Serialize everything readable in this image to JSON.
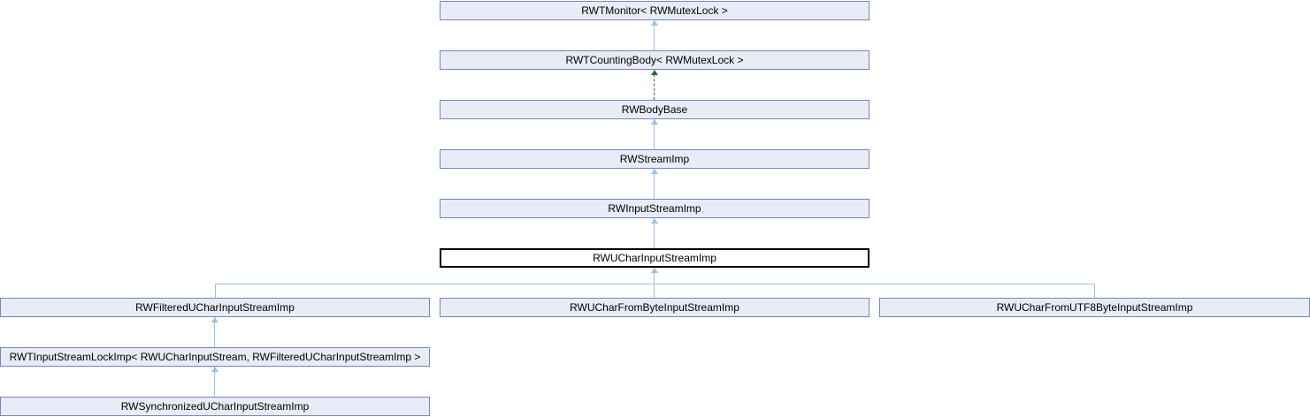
{
  "diagram": {
    "type": "class-inheritance-graph",
    "selected_class": "RWUCharInputStreamImp",
    "nodes": [
      {
        "label": "RWTMonitor< RWMutexLock >",
        "selected": false
      },
      {
        "label": "RWTCountingBody< RWMutexLock >",
        "selected": false
      },
      {
        "label": "RWBodyBase",
        "selected": false
      },
      {
        "label": "RWStreamImp",
        "selected": false
      },
      {
        "label": "RWInputStreamImp",
        "selected": false
      },
      {
        "label": "RWUCharInputStreamImp",
        "selected": true
      },
      {
        "label": "RWFilteredUCharInputStreamImp",
        "selected": false
      },
      {
        "label": "RWUCharFromByteInputStreamImp",
        "selected": false
      },
      {
        "label": "RWUCharFromUTF8ByteInputStreamImp",
        "selected": false
      },
      {
        "label": "RWTInputStreamLockImp< RWUCharInputStream, RWFilteredUCharInputStreamImp >",
        "selected": false
      },
      {
        "label": "RWSynchronizedUCharInputStreamImp",
        "selected": false
      }
    ],
    "edges": [
      {
        "from": "RWTCountingBody< RWMutexLock >",
        "to": "RWTMonitor< RWMutexLock >",
        "style": "solid",
        "kind": "public-inheritance"
      },
      {
        "from": "RWBodyBase",
        "to": "RWTCountingBody< RWMutexLock >",
        "style": "dashed",
        "kind": "virtual-inheritance"
      },
      {
        "from": "RWStreamImp",
        "to": "RWBodyBase",
        "style": "solid",
        "kind": "public-inheritance"
      },
      {
        "from": "RWInputStreamImp",
        "to": "RWStreamImp",
        "style": "solid",
        "kind": "public-inheritance"
      },
      {
        "from": "RWUCharInputStreamImp",
        "to": "RWInputStreamImp",
        "style": "solid",
        "kind": "public-inheritance"
      },
      {
        "from": "RWFilteredUCharInputStreamImp",
        "to": "RWUCharInputStreamImp",
        "style": "solid",
        "kind": "public-inheritance"
      },
      {
        "from": "RWUCharFromByteInputStreamImp",
        "to": "RWUCharInputStreamImp",
        "style": "solid",
        "kind": "public-inheritance"
      },
      {
        "from": "RWUCharFromUTF8ByteInputStreamImp",
        "to": "RWUCharInputStreamImp",
        "style": "solid",
        "kind": "public-inheritance"
      },
      {
        "from": "RWTInputStreamLockImp< RWUCharInputStream, RWFilteredUCharInputStreamImp >",
        "to": "RWFilteredUCharInputStreamImp",
        "style": "solid",
        "kind": "public-inheritance"
      },
      {
        "from": "RWSynchronizedUCharInputStreamImp",
        "to": "RWTInputStreamLockImp< RWUCharInputStream, RWFilteredUCharInputStreamImp >",
        "style": "solid",
        "kind": "public-inheritance"
      }
    ],
    "colors": {
      "node_fill": "#E9EBF7",
      "node_border": "#7387B9",
      "selected_node_fill": "#FFFFFF",
      "selected_node_border": "#000000",
      "solid_edge": "#9CC2E0",
      "dashed_edge": "#276C27",
      "background": "#FFFFFF",
      "text": "#000000"
    }
  }
}
